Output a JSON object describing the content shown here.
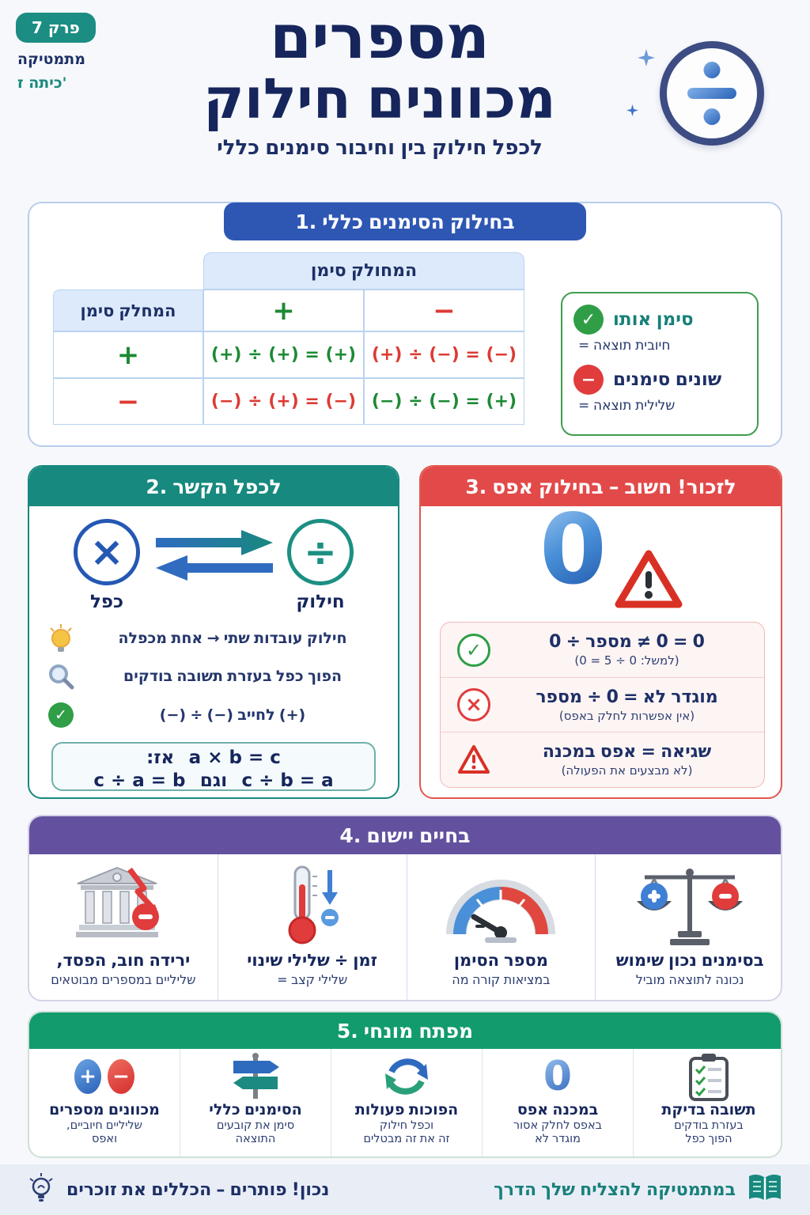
{
  "header": {
    "badge": "פרק 7",
    "subject": "מתמטיקה",
    "grade": "כיתה ז'",
    "title_line1": "מספרים",
    "title_line2": [
      "חילוק",
      "מכוונים"
    ],
    "subtitle": [
      "כללי",
      "סימנים",
      "וחיבור",
      "בין",
      "חילוק",
      "לכפל"
    ]
  },
  "section1": {
    "banner": [
      "1.",
      "כללי",
      "הסימנים",
      "בחילוק"
    ],
    "table": {
      "dividend_header": [
        "סימן",
        "המחולק"
      ],
      "divisor_header": [
        "סימן",
        "המחלק"
      ],
      "col_plus": "+",
      "col_minus": "−",
      "row_plus": "+",
      "row_minus": "−",
      "cell_pp": "(+) ÷ (+) = (+)",
      "cell_pm": "(+) ÷ (−) = (−)",
      "cell_mp": "(−) ÷ (+) = (−)",
      "cell_mm": "(−) ÷ (−) = (+)"
    },
    "legend": {
      "same_title": [
        "אותו",
        "סימן"
      ],
      "same_sub": [
        "=",
        "תוצאה",
        "חיובית"
      ],
      "diff_title": [
        "סימנים",
        "שונים"
      ],
      "diff_sub": [
        "=",
        "תוצאה",
        "שלילית"
      ]
    }
  },
  "section2": {
    "banner": [
      "2.",
      "הקשר",
      "לכפל"
    ],
    "multiply_label": "כפל",
    "divide_label": "חילוק",
    "multiply_sign": "×",
    "divide_sign": "÷",
    "bullet1": [
      "מכפלה",
      "אחת",
      "→",
      "שתי",
      "עובדות",
      "חילוק"
    ],
    "bullet2": [
      "בודקים",
      "תשובה",
      "בעזרת",
      "כפל",
      "הפוך"
    ],
    "bullet3": [
      "(−)",
      "÷",
      "(−)",
      "לחייב",
      "(+)"
    ],
    "check_mark": "✓",
    "formula_line1": [
      "אז:",
      "a × b = c"
    ],
    "formula_line2": [
      "c ÷ a = b",
      "וגם",
      "c ÷ b = a"
    ]
  },
  "section3": {
    "banner": [
      "3.",
      "אפס",
      "בחילוק",
      "–",
      "חשוב",
      "לזכור!"
    ],
    "zero_glyph": "0",
    "rule1_main": [
      "0",
      "÷",
      "מספר",
      "≠",
      "0",
      "=",
      "0"
    ],
    "rule1_sub": "(למשל: 0 ÷ 5 = 0)",
    "rule1_icon": "✓",
    "rule2_main": [
      "מספר",
      "÷",
      "0",
      "=",
      "לא",
      "מוגדר"
    ],
    "rule2_sub": "(אין אפשרות לחלק באפס)",
    "rule2_icon": "×",
    "rule3_main": [
      "במכנה",
      "אפס",
      "=",
      "שגיאה"
    ],
    "rule3_sub": "(לא מבצעים את הפעולה)"
  },
  "section4": {
    "banner": [
      "4.",
      "יישום",
      "בחיים"
    ],
    "items": [
      {
        "title": [
          "הפסד,",
          "חוב,",
          "ירידה"
        ],
        "sub": [
          "מבוטאים",
          "במספרים",
          "שליליים"
        ]
      },
      {
        "title": [
          "שינוי",
          "שלילי",
          "÷",
          "זמן"
        ],
        "sub": [
          "=",
          "קצב",
          "שלילי"
        ]
      },
      {
        "title": [
          "הסימן",
          "מספר"
        ],
        "sub": [
          "מה",
          "קורה",
          "במציאות"
        ]
      },
      {
        "title": [
          "שימוש",
          "נכון",
          "בסימנים"
        ],
        "sub": [
          "מוביל",
          "לתוצאה",
          "נכונה"
        ]
      }
    ]
  },
  "section5": {
    "banner": [
      "5.",
      "מונחי",
      "מפתח"
    ],
    "zero_glyph": "0",
    "plus_sign": "+",
    "minus_sign": "−",
    "items": [
      {
        "title": [
          "מספרים",
          "מכוונים"
        ],
        "sub1": [
          "חיוביים,",
          "שליליים"
        ],
        "sub2": [
          "ואפס"
        ]
      },
      {
        "title": [
          "כללי",
          "הסימנים"
        ],
        "sub1": [
          "קובעים",
          "את",
          "סימן"
        ],
        "sub2": [
          "התוצאה"
        ]
      },
      {
        "title": [
          "פעולות",
          "הפוכות"
        ],
        "sub1": [
          "חילוק",
          "וכפל"
        ],
        "sub2": [
          "מבטלים",
          "זה",
          "את",
          "זה"
        ]
      },
      {
        "title": [
          "אפס",
          "במכנה"
        ],
        "sub1": [
          "אסור",
          "לחלק",
          "באפס"
        ],
        "sub2": [
          "לא",
          "מוגדר"
        ]
      },
      {
        "title": [
          "בדיקת",
          "תשובה"
        ],
        "sub1": [
          "בודקים",
          "בעזרת"
        ],
        "sub2": [
          "כפל",
          "הפוך"
        ]
      }
    ]
  },
  "footer": {
    "left": [
      "זוכרים",
      "את",
      "הכללים",
      "–",
      "פותרים",
      "נכון!"
    ],
    "right": [
      "הדרך",
      "שלך",
      "להצליח",
      "במתמטיקה"
    ]
  },
  "colors": {
    "navy": "#16265c",
    "teal": "#17897e",
    "blue_banner": "#2e57b4",
    "red_banner": "#e24a4a",
    "purple_banner": "#63519f",
    "green_banner": "#129b6c",
    "green_check": "#2f9e46",
    "red_negative": "#e03c3c",
    "blue_icon": "#2b62b8"
  }
}
